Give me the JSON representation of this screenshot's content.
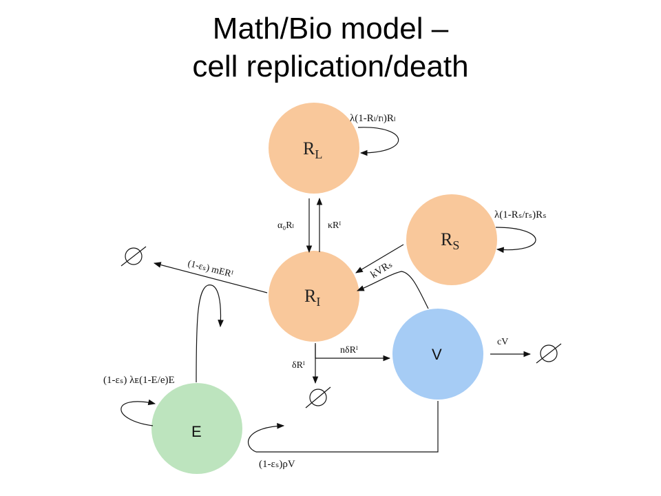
{
  "title": {
    "line1": "Math/Bio model –",
    "line2": "cell replication/death"
  },
  "nodes": {
    "RL": {
      "main": "R",
      "sub": "L",
      "color": "#f9c89b"
    },
    "RS": {
      "main": "R",
      "sub": "S",
      "color": "#f9c89b"
    },
    "RI": {
      "main": "R",
      "sub": "I",
      "color": "#f9c89b"
    },
    "V": {
      "label": "V",
      "color": "#a6ccf5"
    },
    "E": {
      "label": "E",
      "color": "#bde4be"
    }
  },
  "rates": {
    "RL_growth": "λ(1-Rₗ/rₗ)Rₗ",
    "RL_to_RI": "α₀Rₗ",
    "RI_to_RL": "κRᴵ",
    "RS_growth": "λ(1-Rₛ/rₛ)Rₛ",
    "infection": "kVRₛ",
    "killing": "(1-εₛ) mERᴵ",
    "RI_death": "δRᴵ",
    "virus_production": "nδRᴵ",
    "virus_clearance": "cV",
    "E_growth": "(1-εₛ) λᴇ(1-E/e)E",
    "E_stimulation": "(1-εₛ)ρV"
  },
  "sinks": {
    "symbol": "∅"
  }
}
